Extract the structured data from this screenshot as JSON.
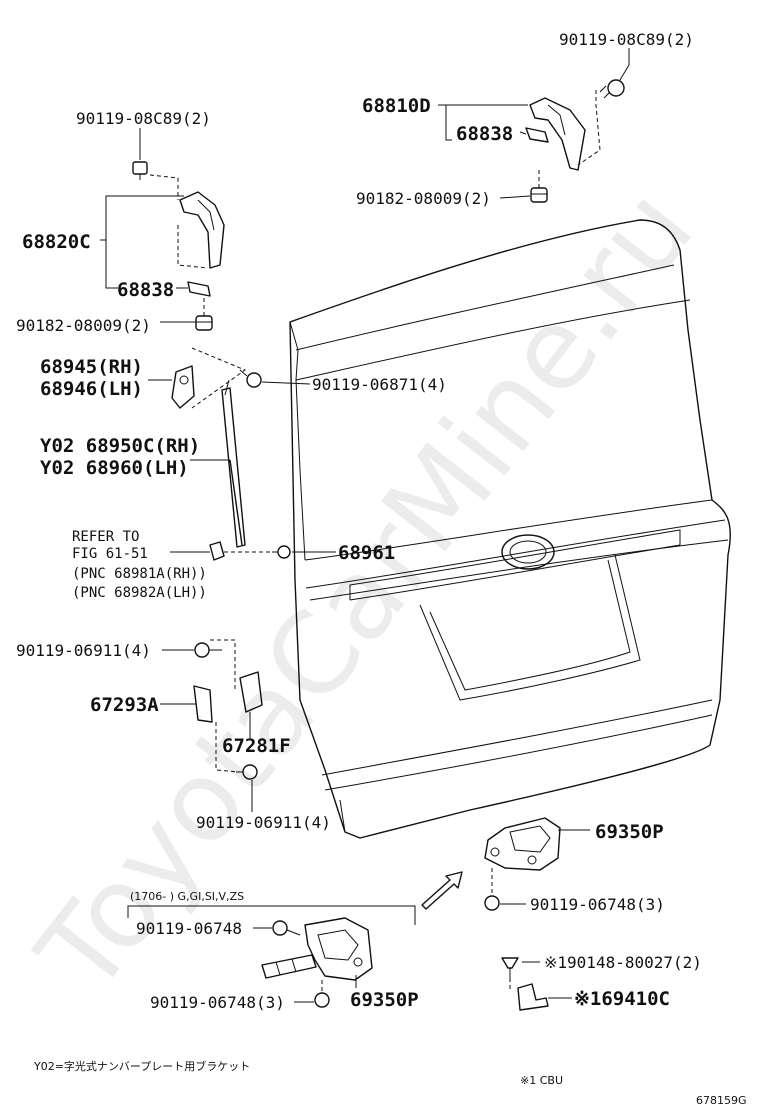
{
  "watermark": "ToyotaCarMine.ru",
  "callouts": {
    "bolt_top_right": "90119-08C89(2)",
    "hinge_rh": "68810D",
    "hinge_rh_shim": "68838",
    "bushing_top_right": "90182-08009(2)",
    "bolt_top_left": "90119-08C89(2)",
    "hinge_lh": "68820C",
    "hinge_lh_shim": "68838",
    "bushing_left": "90182-08009(2)",
    "bracket_rh": "68945(RH)",
    "bracket_lh": "68946(LH)",
    "bolt_stay": "90119-06871(4)",
    "stay_rh": "Y02 68950C(RH)",
    "stay_lh": "Y02 68960(LH)",
    "refer_1": "REFER TO",
    "refer_2": "FIG 61-51",
    "refer_3": "(PNC 68981A(RH))",
    "refer_4": "(PNC 68982A(LH))",
    "stud": "68961",
    "bolt_striker_upper": "90119-06911(4)",
    "stopper": "67293A",
    "striker": "67281F",
    "bolt_striker_lower": "90119-06911(4)",
    "lock_assy": "69350P",
    "bolt_lock": "90119-06748(3)",
    "model_note": "(1706-        ) G,GI,SI,V,ZS",
    "alt_bolt_upper": "90119-06748",
    "alt_bolt_lower": "90119-06748(3)",
    "alt_lock_assy": "69350P",
    "screw_cbu": "※190148-80027(2)",
    "part_cbu": "※169410C"
  },
  "footer": {
    "note_y02": "Y02=字光式ナンバープレート用ブラケット",
    "note_cbu": "※1 CBU",
    "figure_code": "678159G"
  }
}
